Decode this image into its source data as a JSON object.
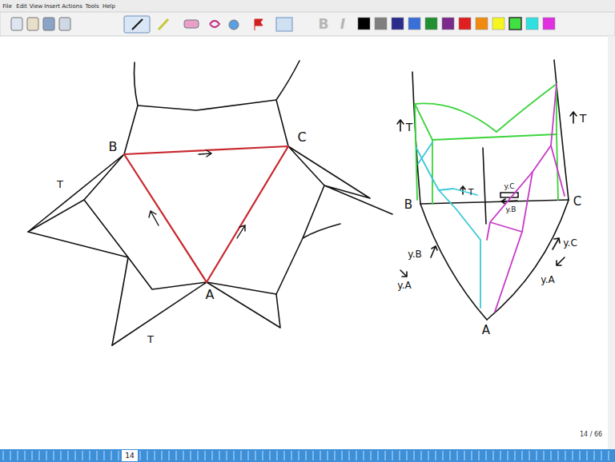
{
  "diagram": {
    "labels": [
      "File",
      "Edit",
      "View",
      "Insert",
      "Actions",
      "Tools",
      "Help",
      "B",
      "I",
      "B",
      "C",
      "A",
      "T",
      "T",
      "T",
      "T",
      "B",
      "C",
      "A",
      "y.B",
      "y.A",
      "y.C",
      "y.A",
      "T",
      "y.C",
      "y.B",
      "14",
      "14 / 66"
    ]
  }
}
